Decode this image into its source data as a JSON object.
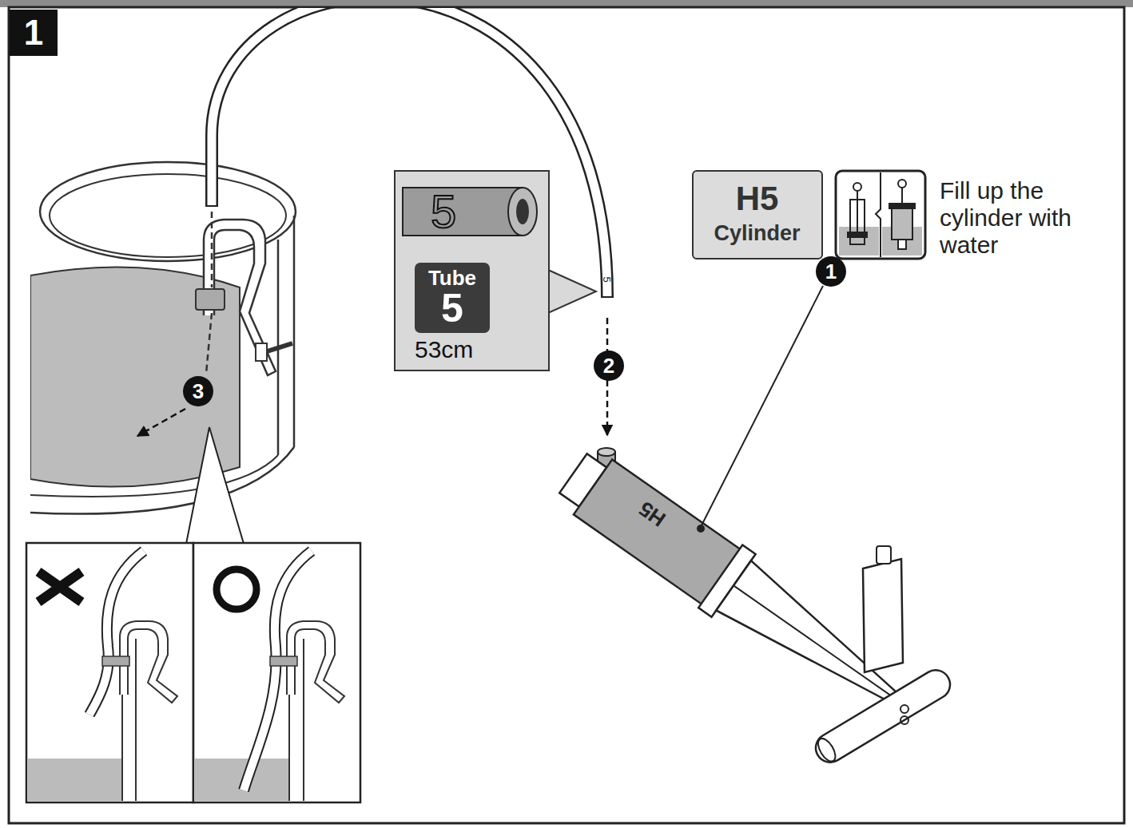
{
  "diagram": {
    "nodes": [
      {
        "text": [
          "1"
        ]
      },
      {
        "text": [
          "53cm"
        ]
      },
      {
        "text": [
          "5"
        ],
        "in": 1
      },
      {
        "text": [
          "Tube",
          "5"
        ],
        "in": 1
      },
      {
        "text": [
          "H5",
          "Cylinder"
        ]
      },
      {
        "text": [
          "1"
        ]
      },
      {
        "text": [
          "2"
        ]
      },
      {
        "text": [
          "3"
        ]
      }
    ],
    "labels": [
      "Fill up the cylinder with water",
      "H5",
      "5"
    ]
  }
}
